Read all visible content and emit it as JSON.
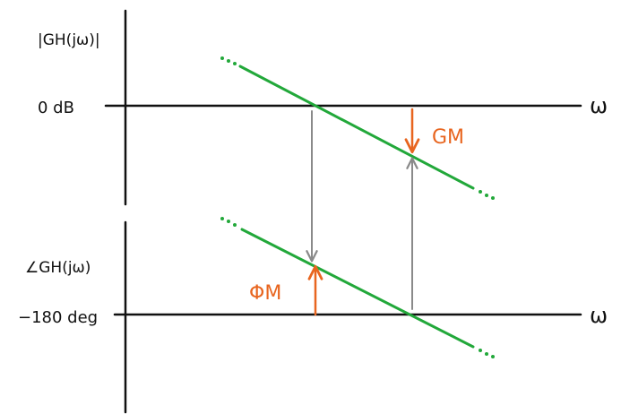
{
  "labels": {
    "magnitude_axis": "|GH(jω)|",
    "zero_db": "0 dB",
    "omega_top": "ω",
    "phase_axis": "∠GH(jω)",
    "minus_180": "−180 deg",
    "omega_bottom": "ω",
    "gain_margin": "GM",
    "phase_margin": "ΦM"
  },
  "colors": {
    "axis": "#111111",
    "curve": "#22a83a",
    "projection": "#8a8a8a",
    "margin": "#e8651f"
  }
}
